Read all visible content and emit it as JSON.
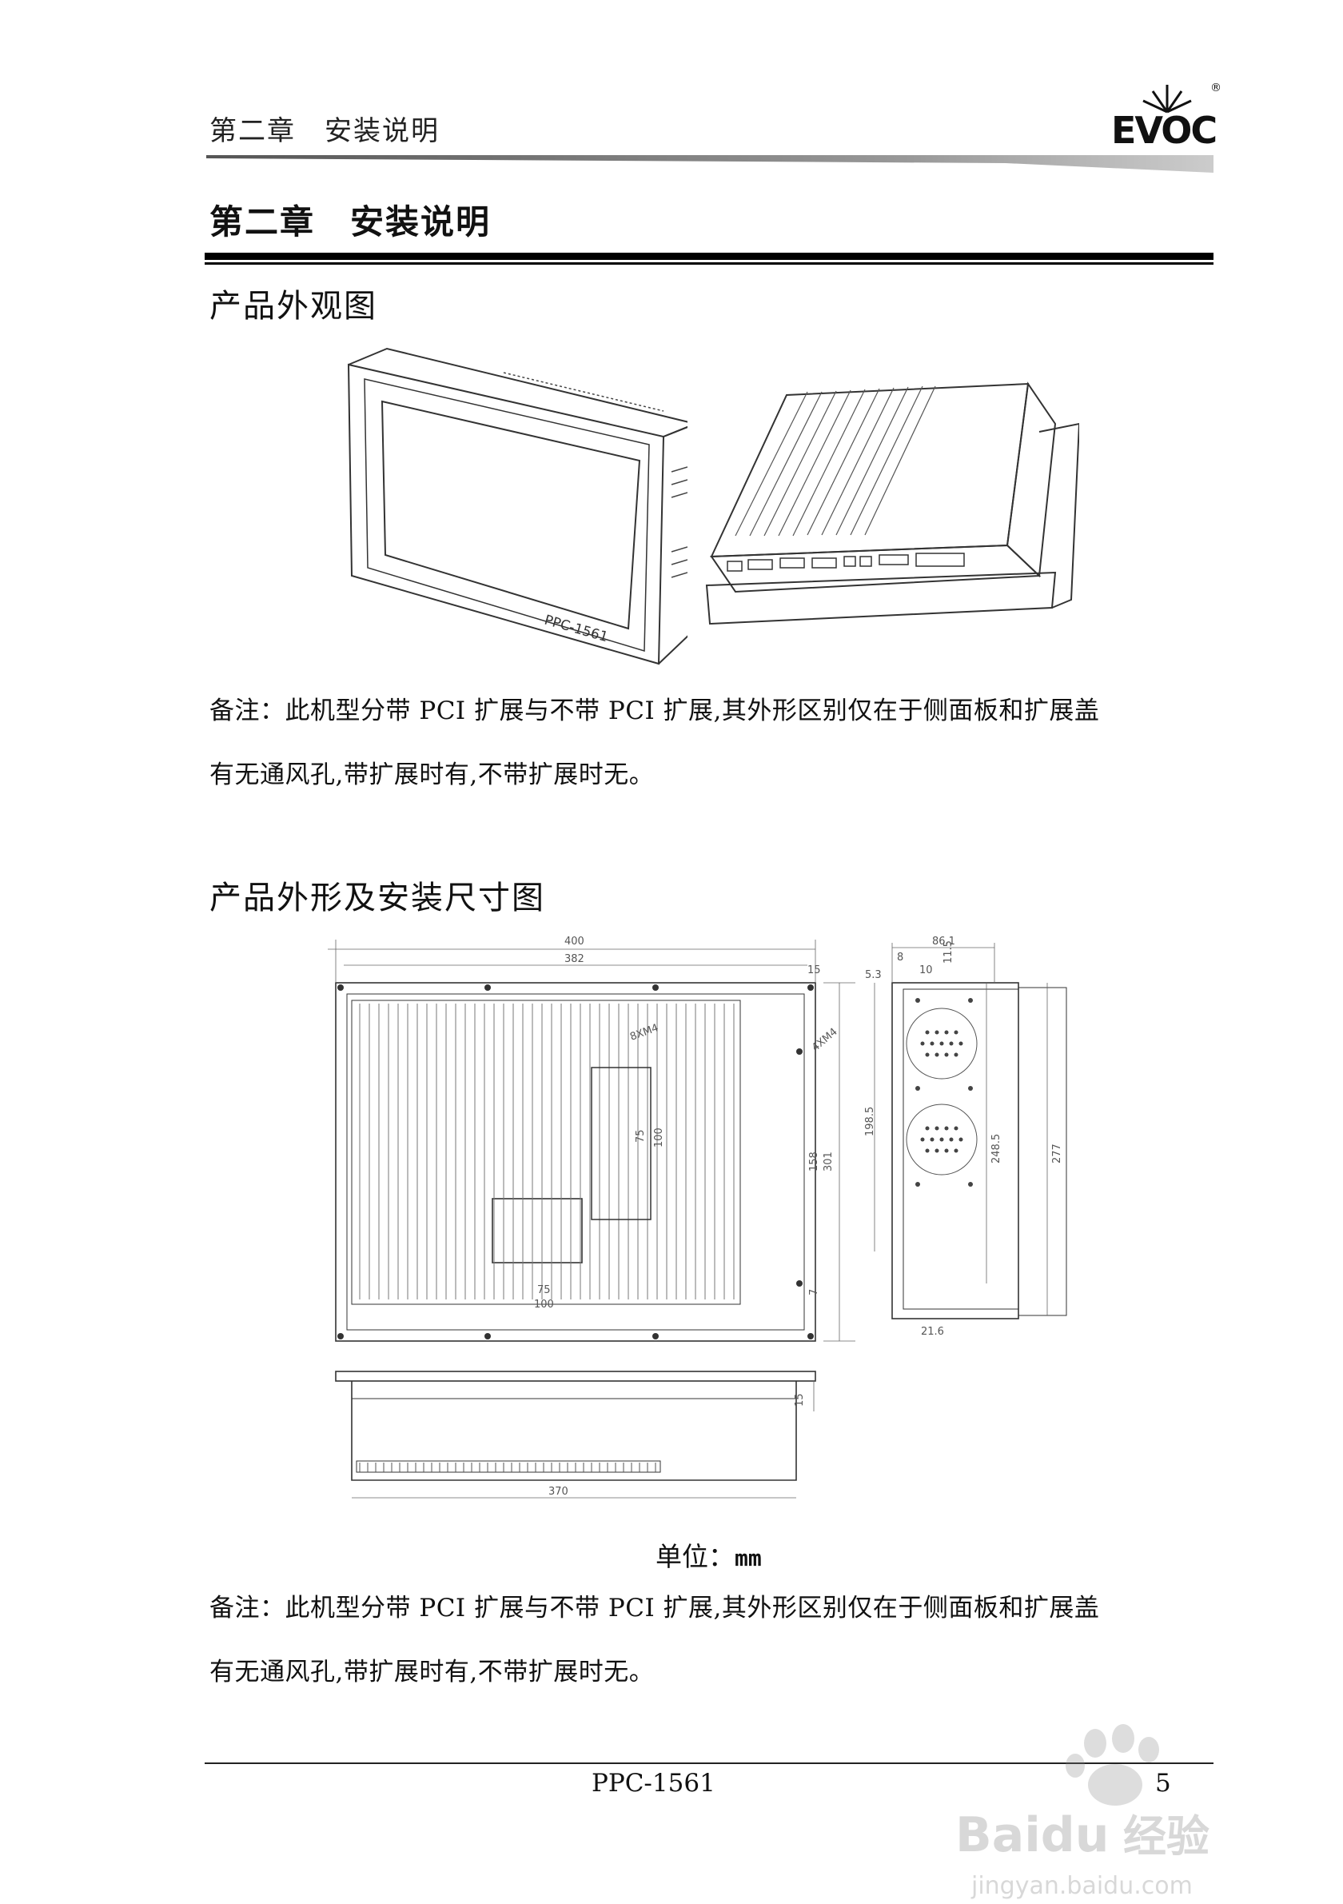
{
  "header": {
    "running_title": "第二章　安装说明",
    "logo_text": "EVOC",
    "logo_reg_mark": "®"
  },
  "chapter": {
    "title": "第二章　安装说明"
  },
  "section_appearance": {
    "title": "产品外观图",
    "front_panel_label": "PPC-1561",
    "note_line1": "备注：此机型分带 PCI 扩展与不带 PCI 扩展,其外形区别仅在于侧面板和扩展盖",
    "note_line2": "有无通风孔,带扩展时有,不带扩展时无。"
  },
  "section_dimensions": {
    "title": "产品外形及安装尺寸图",
    "dims": {
      "d400": "400",
      "d382": "382",
      "d15a": "15",
      "d8x_m4": "8XM4",
      "d4x_m4": "4XM4",
      "d75v": "75",
      "d100v": "100",
      "d158": "158",
      "d301": "301",
      "d7": "7",
      "d75h": "75",
      "d100h": "100",
      "d86_1": "86.1",
      "d8": "8",
      "d5_3": "5.3",
      "d10": "10",
      "d11_5": "11.5",
      "d198_5": "198.5",
      "d248_5": "248.5",
      "d277": "277",
      "d21_6": "21.6",
      "d15b": "15",
      "d370": "370"
    },
    "unit_label": "单位：",
    "unit_value": "mm",
    "note_line1": "备注：此机型分带 PCI 扩展与不带 PCI 扩展,其外形区别仅在于侧面板和扩展盖",
    "note_line2": "有无通风孔,带扩展时有,不带扩展时无。"
  },
  "footer": {
    "model": "PPC-1561",
    "page": "5"
  },
  "watermark": {
    "brand": "Baidu",
    "brand_cn": "经验",
    "url": "jingyan.baidu.com"
  }
}
